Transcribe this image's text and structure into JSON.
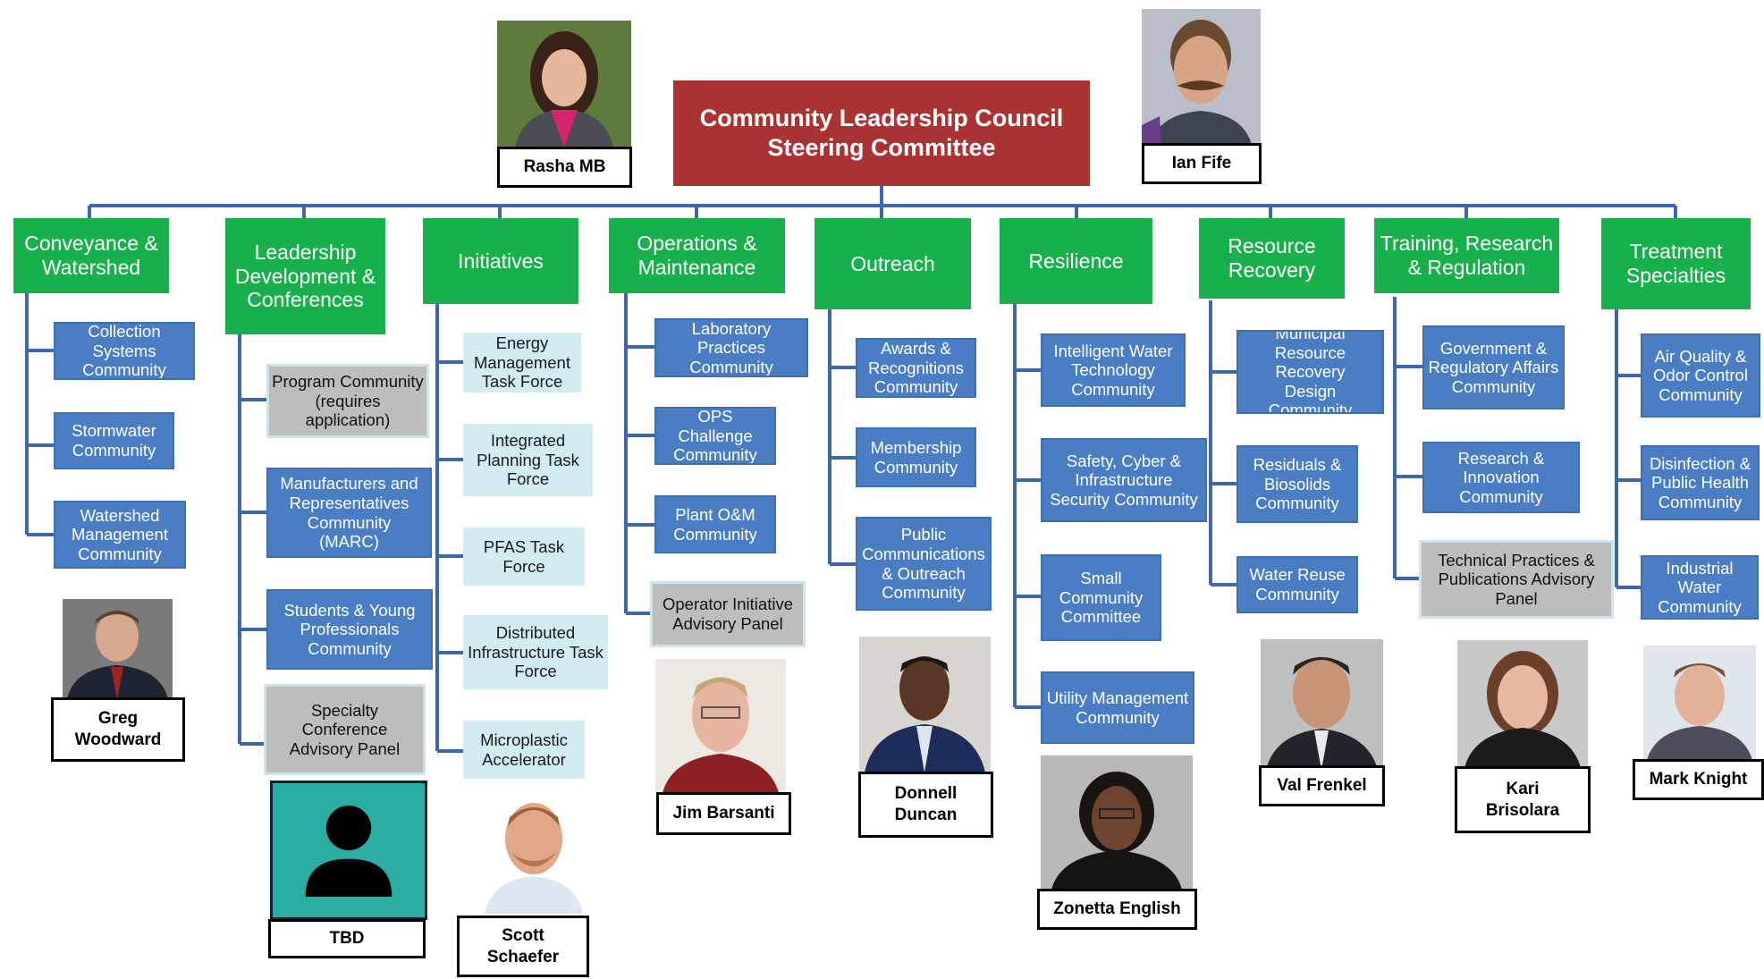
{
  "header": {
    "title": "Community Leadership Council\nSteering Committee"
  },
  "colors": {
    "header": "#ab3232",
    "category": "#18b04c",
    "community": "#4a7dc3",
    "task_force": "#d2ecf2",
    "advisory_panel": "#bdbdbd",
    "connector": "#3d67a8",
    "tbd_avatar": "#2aada3"
  },
  "leaders": {
    "rasha": {
      "name": "Rasha MB"
    },
    "ian": {
      "name": "Ian Fife"
    }
  },
  "columns": [
    {
      "category": "Conveyance &\nWatershed",
      "items": [
        {
          "label": "Collection\nSystems\nCommunity",
          "kind": "community"
        },
        {
          "label": "Stormwater\nCommunity",
          "kind": "community"
        },
        {
          "label": "Watershed\nManagement\nCommunity",
          "kind": "community"
        }
      ],
      "lead": "Greg\nWoodward"
    },
    {
      "category": "Leadership\nDevelopment &\nConferences",
      "items": [
        {
          "label": "Program Community\n(requires\napplication)",
          "kind": "advisory_panel"
        },
        {
          "label": "Manufacturers  and\nRepresentatives\nCommunity\n(MARC)",
          "kind": "community"
        },
        {
          "label": "Students  & Young\nProfessionals\nCommunity",
          "kind": "community"
        },
        {
          "label": "Specialty\nConference\nAdvisory Panel",
          "kind": "advisory_panel"
        }
      ],
      "lead": "TBD"
    },
    {
      "category": "Initiatives",
      "items": [
        {
          "label": "Energy\nManagement\nTask Force",
          "kind": "task_force"
        },
        {
          "label": "Integrated\nPlanning Task\nForce",
          "kind": "task_force"
        },
        {
          "label": "PFAS Task\nForce",
          "kind": "task_force"
        },
        {
          "label": "Distributed\nInfrastructure Task\nForce",
          "kind": "task_force"
        },
        {
          "label": "Microplastic\nAccelerator",
          "kind": "task_force"
        }
      ],
      "lead": "Scott\nSchaefer"
    },
    {
      "category": "Operations &\nMaintenance",
      "items": [
        {
          "label": "Laboratory\nPractices\nCommunity",
          "kind": "community"
        },
        {
          "label": "OPS Challenge\nCommunity",
          "kind": "community"
        },
        {
          "label": "Plant O&M\nCommunity",
          "kind": "community"
        },
        {
          "label": "Operator Initiative\nAdvisory Panel",
          "kind": "advisory_panel"
        }
      ],
      "lead": "Jim Barsanti"
    },
    {
      "category": "Outreach",
      "items": [
        {
          "label": "Awards &\nRecognitions\nCommunity",
          "kind": "community"
        },
        {
          "label": "Membership\nCommunity",
          "kind": "community"
        },
        {
          "label": "Public\nCommunications\n& Outreach\nCommunity",
          "kind": "community"
        }
      ],
      "lead": "Donnell\nDuncan"
    },
    {
      "category": "Resilience",
      "items": [
        {
          "label": "Intelligent Water\nTechnology\nCommunity",
          "kind": "community"
        },
        {
          "label": "Safety, Cyber &\nInfrastructure\nSecurity Community",
          "kind": "community"
        },
        {
          "label": "Small\nCommunity\nCommittee",
          "kind": "community"
        },
        {
          "label": "Utility Management\nCommunity",
          "kind": "community"
        }
      ],
      "lead": "Zonetta English"
    },
    {
      "category": "Resource\nRecovery",
      "items": [
        {
          "label": "Municipal\nResource Recovery\nDesign Community",
          "kind": "community"
        },
        {
          "label": "Residuals &\nBiosolids\nCommunity",
          "kind": "community"
        },
        {
          "label": "Water Reuse\nCommunity",
          "kind": "community"
        }
      ],
      "lead": "Val Frenkel"
    },
    {
      "category": "Training, Research\n& Regulation",
      "items": [
        {
          "label": "Government &\nRegulatory Affairs\nCommunity",
          "kind": "community"
        },
        {
          "label": "Research &\nInnovation\nCommunity",
          "kind": "community"
        },
        {
          "label": "Technical Practices &\nPublications Advisory\nPanel",
          "kind": "advisory_panel"
        }
      ],
      "lead": "Kari\nBrisolara"
    },
    {
      "category": "Treatment\nSpecialties",
      "items": [
        {
          "label": "Air Quality &\nOdor Control\nCommunity",
          "kind": "community"
        },
        {
          "label": "Disinfection &\nPublic Health\nCommunity",
          "kind": "community"
        },
        {
          "label": "Industrial\nWater\nCommunity",
          "kind": "community"
        }
      ],
      "lead": "Mark Knight"
    }
  ]
}
